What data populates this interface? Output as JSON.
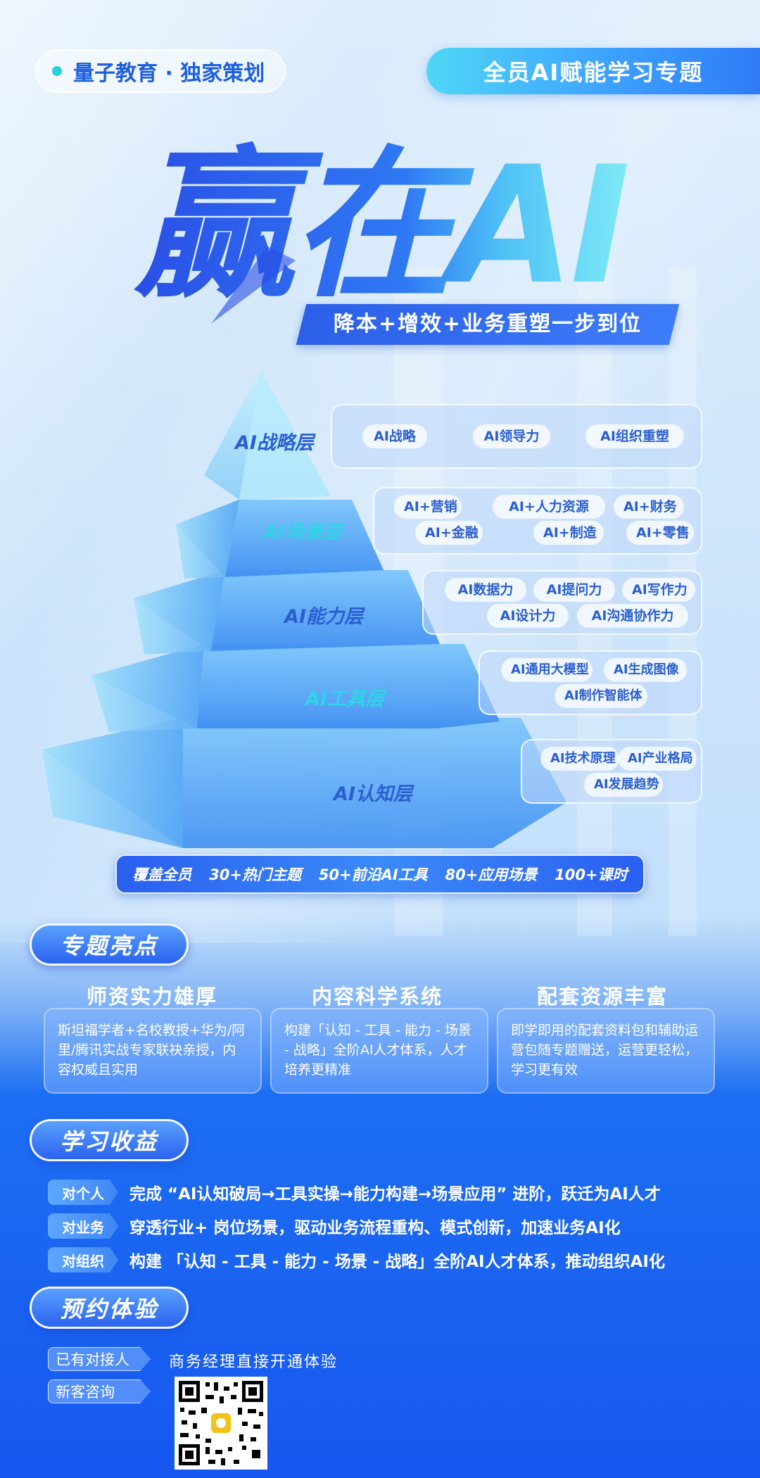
{
  "header": {
    "brand": "量子教育 · 独家策划",
    "topic": "全员AI赋能学习专题"
  },
  "hero": {
    "title": "赢在AI",
    "subtitle": "降本+增效+业务重塑一步到位"
  },
  "pyramid": {
    "levels": [
      {
        "label": "AI战略层",
        "tags": [
          "AI战略",
          "AI领导力",
          "AI组织重塑"
        ]
      },
      {
        "label": "AI场景层",
        "tags": [
          "AI+营销",
          "AI+人力资源",
          "AI+财务",
          "AI+金融",
          "AI+制造",
          "AI+零售"
        ]
      },
      {
        "label": "AI能力层",
        "tags": [
          "AI数据力",
          "AI提问力",
          "AI写作力",
          "AI设计力",
          "AI沟通协作力"
        ]
      },
      {
        "label": "AI工具层",
        "tags": [
          "AI通用大模型",
          "AI生成图像",
          "AI制作智能体"
        ]
      },
      {
        "label": "AI认知层",
        "tags": [
          "AI技术原理",
          "AI产业格局",
          "AI发展趋势"
        ]
      }
    ]
  },
  "stats": [
    "覆盖全员",
    "30+热门主题",
    "50+前沿AI工具",
    "80+应用场景",
    "100+课时"
  ],
  "highlights": {
    "heading": "专题亮点",
    "items": [
      {
        "title": "师资实力雄厚",
        "text": "斯坦福学者+名校教授+华为/阿里/腾讯实战专家联袂亲授，内容权威且实用"
      },
      {
        "title": "内容科学系统",
        "text": "构建「认知 - 工具 - 能力 - 场景 - 战略」全阶AI人才体系，人才培养更精准"
      },
      {
        "title": "配套资源丰富",
        "text": "即学即用的配套资料包和辅助运营包随专题赠送，运营更轻松，学习更有效"
      }
    ]
  },
  "gains": {
    "heading": "学习收益",
    "items": [
      {
        "tag": "对个人",
        "text": "完成 “AI认知破局→工具实操→能力构建→场景应用” 进阶，跃迁为AI人才"
      },
      {
        "tag": "对业务",
        "text": "穿透行业+ 岗位场景，驱动业务流程重构、模式创新，加速业务AI化"
      },
      {
        "tag": "对组织",
        "text": "构建 「认知 - 工具 - 能力 - 场景 - 战略」全阶AI人才体系，推动组织AI化"
      }
    ]
  },
  "booking": {
    "heading": "预约体验",
    "existing_tag": "已有对接人",
    "existing_text": "商务经理直接开通体验",
    "new_tag": "新客咨询"
  },
  "colors": {
    "brand_blue": "#2b63ef",
    "accent_cyan": "#4fd7f6",
    "deep_blue": "#1657ef"
  }
}
